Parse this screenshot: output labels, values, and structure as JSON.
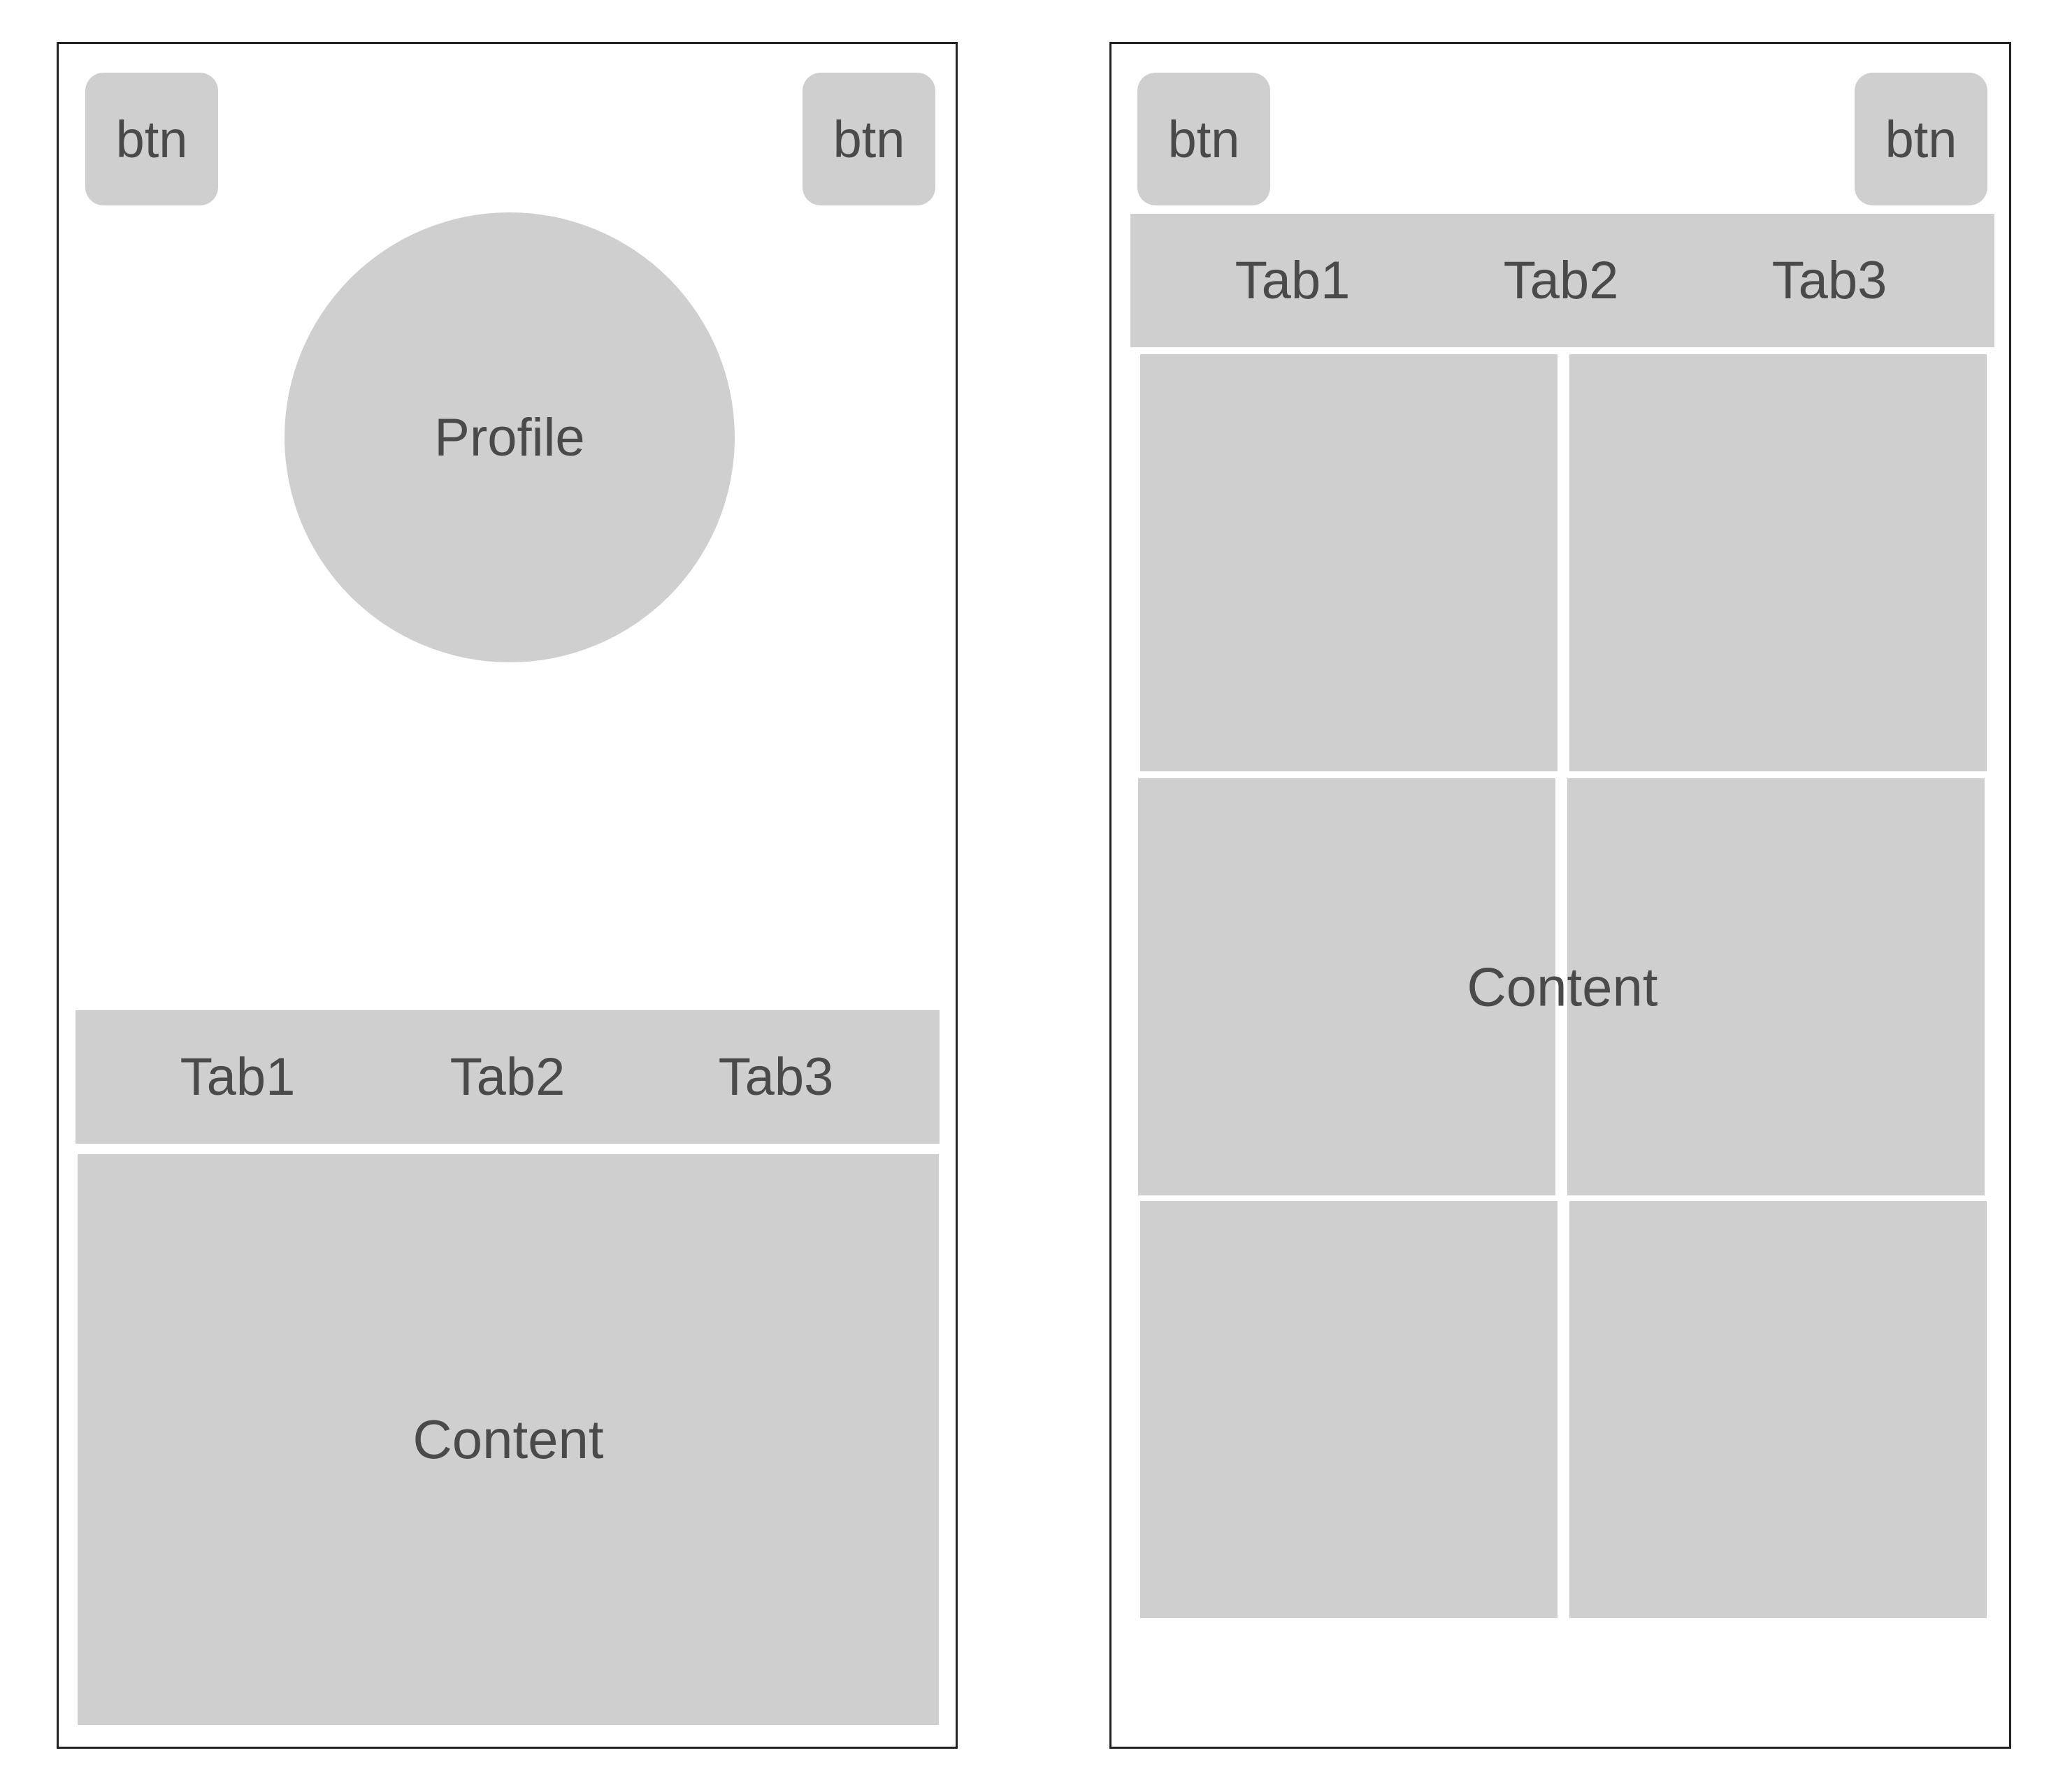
{
  "left_wireframe": {
    "btn_left": "btn",
    "btn_right": "btn",
    "profile": "Profile",
    "tabs": [
      "Tab1",
      "Tab2",
      "Tab3"
    ],
    "content": "Content"
  },
  "right_wireframe": {
    "btn_left": "btn",
    "btn_right": "btn",
    "tabs": [
      "Tab1",
      "Tab2",
      "Tab3"
    ],
    "content": "Content"
  },
  "colors": {
    "placeholder_fill": "#cfcfcf",
    "label_text": "#4a4a4a",
    "frame_border": "#222222"
  }
}
